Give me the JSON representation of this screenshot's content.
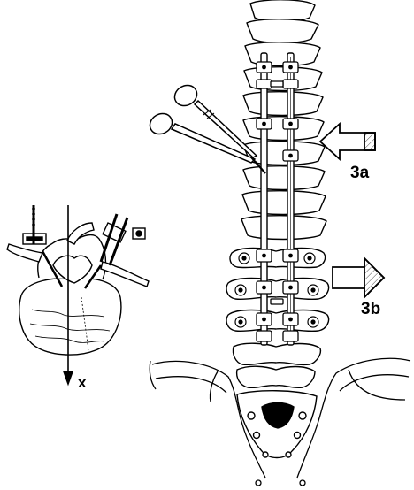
{
  "labels": {
    "arrow_3a": "3a",
    "arrow_3b": "3b",
    "axis_x": "x"
  },
  "colors": {
    "ink": "#000000",
    "paper": "#ffffff",
    "bone_fill": "#f4f4f4",
    "shade": "#cfcfcf"
  }
}
